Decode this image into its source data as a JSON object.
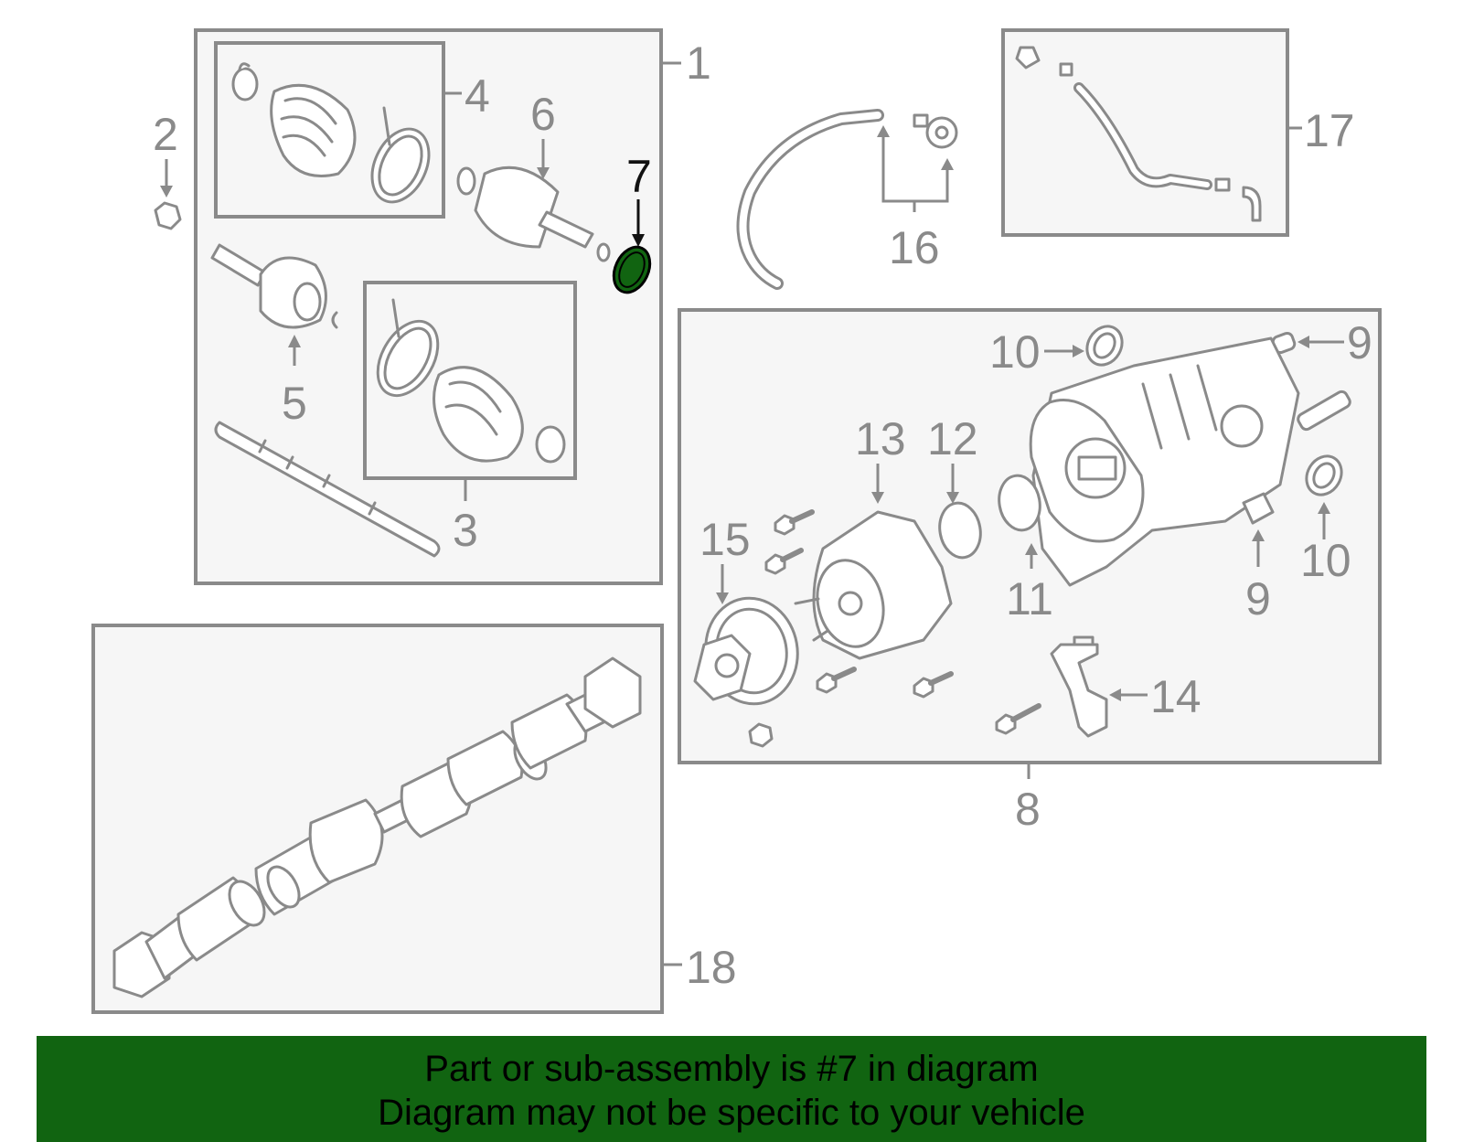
{
  "callouts": {
    "c1": "1",
    "c2": "2",
    "c3": "3",
    "c4": "4",
    "c5": "5",
    "c6": "6",
    "c7": "7",
    "c8": "8",
    "c9a": "9",
    "c9b": "9",
    "c10a": "10",
    "c10b": "10",
    "c11": "11",
    "c12": "12",
    "c13": "13",
    "c14": "14",
    "c15": "15",
    "c16": "16",
    "c17": "17",
    "c18": "18"
  },
  "highlight": {
    "part_number": "7",
    "color": "#116411"
  },
  "banner": {
    "line1": "Part or sub-assembly is #7 in diagram",
    "line2": "Diagram may not be specific to your vehicle",
    "background": "#116411"
  }
}
